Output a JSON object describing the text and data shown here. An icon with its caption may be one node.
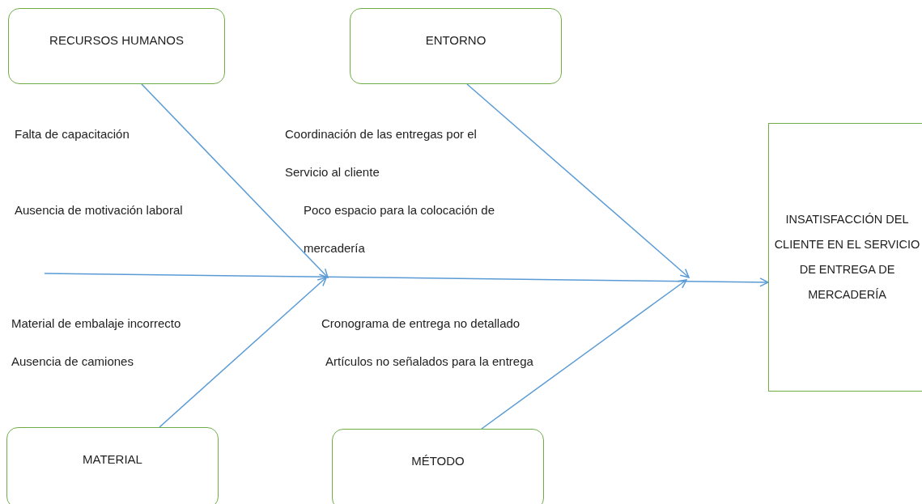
{
  "diagram": {
    "nodes": [
      {
        "text": [
          "RECURSOS HUMANOS"
        ]
      },
      {
        "text": [
          "ENTORNO"
        ]
      },
      {
        "text": [
          "INSATISFACCIÓN DEL CLIENTE EN EL SERVICIO DE ENTREGA DE MERCADERÍA"
        ]
      },
      {
        "text": [
          "MATERIAL"
        ]
      },
      {
        "text": [
          "MÉTODO"
        ]
      }
    ],
    "edges": [
      {
        "from": null,
        "to": 2,
        "arrow": "to"
      },
      {
        "from": 0,
        "to": null,
        "arrow": "to"
      },
      {
        "from": 1,
        "to": null,
        "arrow": "to"
      },
      {
        "from": 3,
        "to": null,
        "arrow": "to"
      },
      {
        "from": 4,
        "to": null,
        "arrow": "to"
      }
    ],
    "labels": [
      "Falta de capacitación",
      "Coordinación de las entregas por el Servicio al cliente",
      "Ausencia de motivación laboral",
      "Poco espacio para la colocación de mercadería",
      "Material de embalaje incorrecto",
      "Cronograma de entrega no detallado",
      "Ausencia de camiones",
      "Artículos no señalados para la entrega"
    ]
  }
}
